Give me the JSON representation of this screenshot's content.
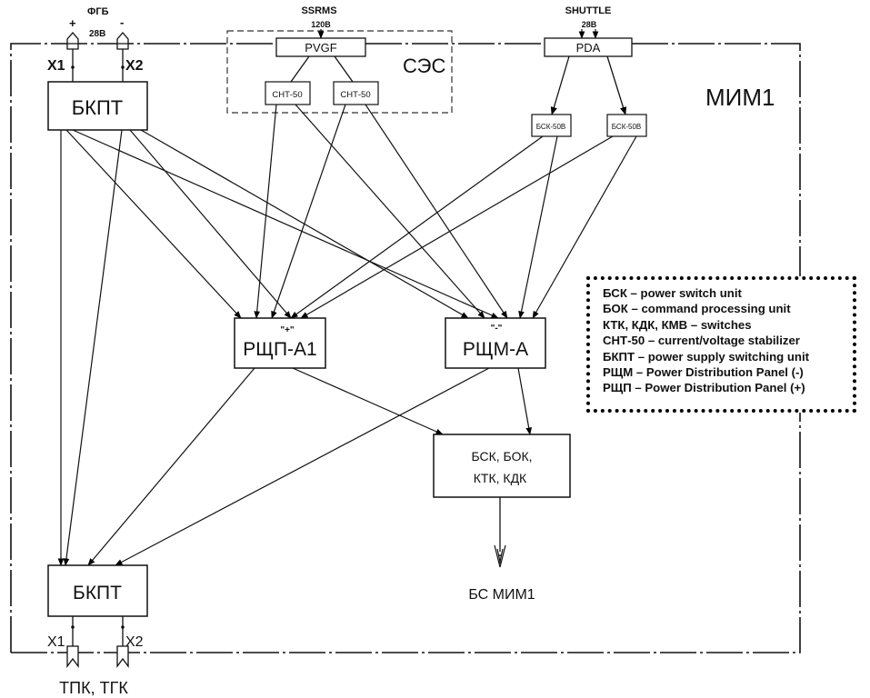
{
  "diagram": {
    "module_label": "МИМ1",
    "sources": {
      "fgb": {
        "label": "ФГБ",
        "voltage": "28В",
        "plus": "+",
        "minus": "-"
      },
      "ssrms": {
        "label": "SSRMS",
        "voltage": "120В"
      },
      "shuttle": {
        "label": "SHUTTLE",
        "voltage": "28В"
      }
    },
    "ses_group_label": "СЭС",
    "connectors": {
      "x1": "X1",
      "x2": "X2"
    },
    "blocks": {
      "bkpt_top": "БКПТ",
      "bkpt_bottom": "БКПТ",
      "pvgf": "PVGF",
      "cnt50_a": "СНТ-50",
      "cnt50_b": "СНТ-50",
      "pda": "PDA",
      "bsk50_a": "БСК-50В",
      "bsk50_b": "БСК-50В",
      "rshp": "РЩП-А1",
      "rshp_polarity": "\"+\"",
      "rshm": "РЩМ-А",
      "rshm_polarity": "\"-\"",
      "units_line1": "БСК, БОК,",
      "units_line2": "КТК, КДК"
    },
    "outputs": {
      "bs_mim1": "БС МИМ1",
      "tpk_tgk": "ТПК, ТГК"
    }
  },
  "legend": {
    "items": [
      "БСК – power switch unit",
      "БОК – command processing unit",
      "КТК, КДК, КМВ – switches",
      "СНТ-50 – current/voltage stabilizer",
      "БКПТ – power supply switching unit",
      "РЩМ – Power Distribution Panel (-)",
      "РЩП – Power Distribution Panel (+)"
    ]
  }
}
